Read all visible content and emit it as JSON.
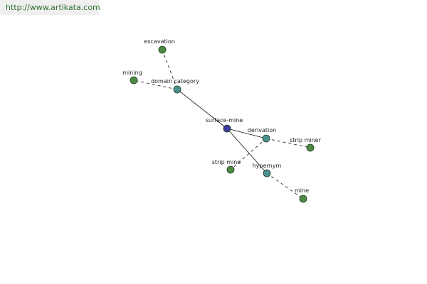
{
  "banner": {
    "url": "http://www.artikata.com"
  },
  "colors": {
    "center": "#3b3b9e",
    "relation": "#4a9090",
    "leaf": "#4f8a45",
    "node_stroke": "#1e3a1e",
    "edge": "#111111"
  },
  "graph": {
    "nodes": [
      {
        "id": "surface-mine",
        "label": "surface-mine",
        "kind": "center"
      },
      {
        "id": "domain-category",
        "label": "domain category",
        "kind": "relation"
      },
      {
        "id": "derivation",
        "label": "derivation",
        "kind": "relation"
      },
      {
        "id": "hypernym",
        "label": "hypernym",
        "kind": "relation"
      },
      {
        "id": "excavation",
        "label": "excavation",
        "kind": "leaf"
      },
      {
        "id": "mining",
        "label": "mining",
        "kind": "leaf"
      },
      {
        "id": "strip-miner",
        "label": "strip miner",
        "kind": "leaf"
      },
      {
        "id": "strip-mine",
        "label": "strip mine",
        "kind": "leaf"
      },
      {
        "id": "mine",
        "label": "mine",
        "kind": "leaf"
      }
    ],
    "edges": [
      {
        "from": "surface-mine",
        "to": "domain-category",
        "style": "solid"
      },
      {
        "from": "surface-mine",
        "to": "derivation",
        "style": "solid"
      },
      {
        "from": "surface-mine",
        "to": "hypernym",
        "style": "solid"
      },
      {
        "from": "domain-category",
        "to": "excavation",
        "style": "dashed"
      },
      {
        "from": "domain-category",
        "to": "mining",
        "style": "dashed"
      },
      {
        "from": "derivation",
        "to": "strip-miner",
        "style": "dashed"
      },
      {
        "from": "derivation",
        "to": "strip-mine",
        "style": "dashed"
      },
      {
        "from": "hypernym",
        "to": "mine",
        "style": "dashed"
      }
    ]
  }
}
